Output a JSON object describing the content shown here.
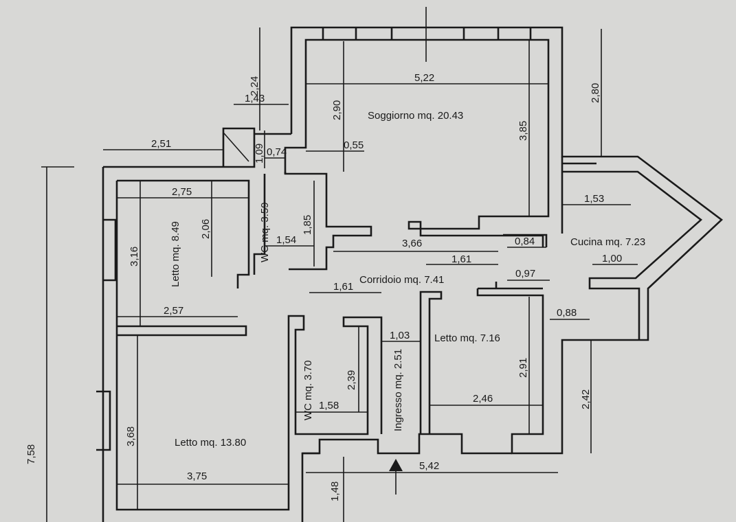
{
  "rooms": {
    "soggiorno": "Soggiorno mq. 20.43",
    "letto1": "Letto mq. 8.49",
    "wc1": "WC mq. 3.59",
    "corridoio": "Corridoio mq. 7.41",
    "cucina": "Cucina mq. 7.23",
    "letto2": "Letto mq. 7.16",
    "wc2": "WC mq. 3.70",
    "ingresso": "Ingresso mq. 2.51",
    "letto3": "Letto mq. 13.80"
  },
  "dims": {
    "d224": "2,24",
    "d143": "1,43",
    "d251": "2,51",
    "d109": "1,09",
    "d074": "0,74",
    "d290": "2,90",
    "d055": "0,55",
    "d522": "5,22",
    "d385": "3,85",
    "d280": "2,80",
    "d275": "2,75",
    "d206": "2,06",
    "d316": "3,16",
    "d185": "1,85",
    "d154": "1,54",
    "d366": "3,66",
    "d084": "0,84",
    "d161a": "1,61",
    "d161b": "1,61",
    "d097": "0,97",
    "d153": "1,53",
    "d100": "1,00",
    "d088": "0,88",
    "d257": "2,57",
    "d103": "1,03",
    "d291": "2,91",
    "d239": "2,39",
    "d158": "1,58",
    "d246": "2,46",
    "d242": "2,42",
    "d368": "3,68",
    "d375": "3,75",
    "d542": "5,42",
    "d148": "1,48",
    "d758": "7,58"
  }
}
